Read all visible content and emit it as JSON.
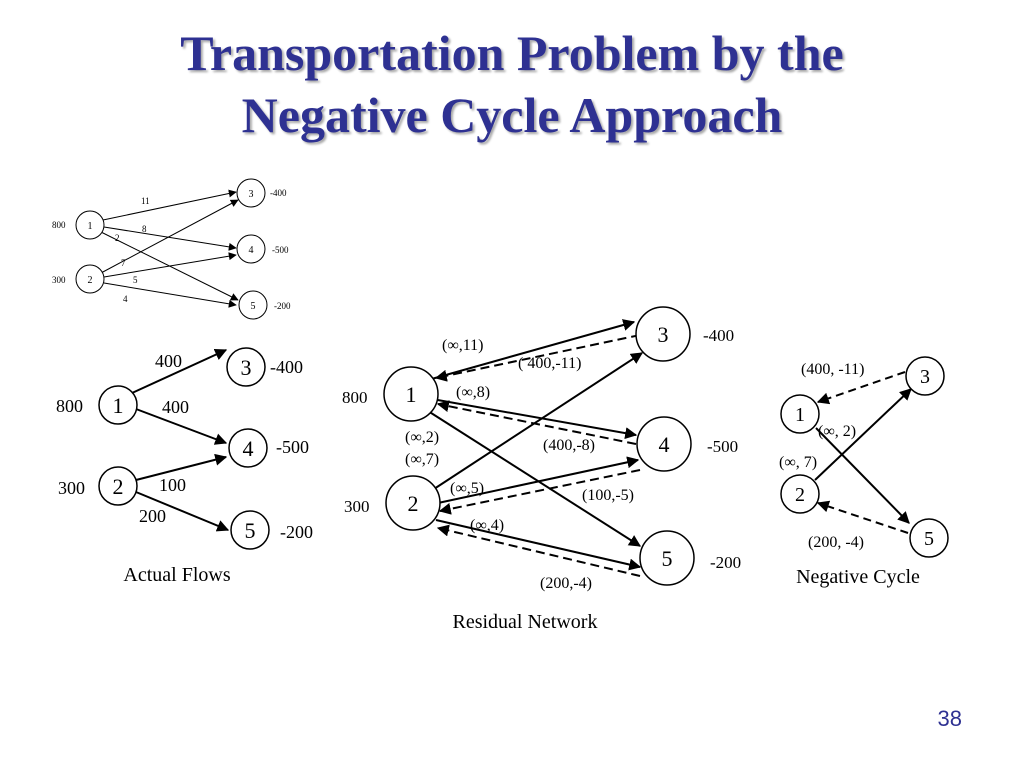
{
  "slide": {
    "title_line1": "Transportation Problem by the",
    "title_line2": "Negative Cycle Approach",
    "page_number": "38"
  },
  "colors": {
    "title": "#2e3192",
    "ink": "#000000"
  },
  "problem_graph": {
    "supplies": [
      {
        "node": "1",
        "value": "800"
      },
      {
        "node": "2",
        "value": "300"
      }
    ],
    "demands": [
      {
        "node": "3",
        "value": "-400"
      },
      {
        "node": "4",
        "value": "-500"
      },
      {
        "node": "5",
        "value": "-200"
      }
    ],
    "arc_costs": [
      {
        "from": "1",
        "to": "3",
        "cost": "11"
      },
      {
        "from": "1",
        "to": "4",
        "cost": "8"
      },
      {
        "from": "1",
        "to": "5",
        "cost": "2"
      },
      {
        "from": "2",
        "to": "3",
        "cost": "7"
      },
      {
        "from": "2",
        "to": "4",
        "cost": "5"
      },
      {
        "from": "2",
        "to": "5",
        "cost": "4"
      }
    ]
  },
  "actual_flows": {
    "caption": "Actual Flows",
    "supplies": [
      {
        "node": "1",
        "value": "800"
      },
      {
        "node": "2",
        "value": "300"
      }
    ],
    "demands": [
      {
        "node": "3",
        "value": "-400"
      },
      {
        "node": "4",
        "value": "-500"
      },
      {
        "node": "5",
        "value": "-200"
      }
    ],
    "flows": [
      {
        "from": "1",
        "to": "3",
        "flow": "400"
      },
      {
        "from": "1",
        "to": "4",
        "flow": "400"
      },
      {
        "from": "2",
        "to": "4",
        "flow": "100"
      },
      {
        "from": "2",
        "to": "5",
        "flow": "200"
      }
    ]
  },
  "residual_network": {
    "caption": "Residual Network",
    "supplies": [
      {
        "node": "1",
        "value": "800"
      },
      {
        "node": "2",
        "value": "300"
      }
    ],
    "demands": [
      {
        "node": "3",
        "value": "-400"
      },
      {
        "node": "4",
        "value": "-500"
      },
      {
        "node": "5",
        "value": "-200"
      }
    ],
    "forward_arcs": [
      {
        "from": "1",
        "to": "3",
        "label": "(∞,11)"
      },
      {
        "from": "1",
        "to": "4",
        "label": "(∞,8)"
      },
      {
        "from": "1",
        "to": "5",
        "label": "(∞,2)"
      },
      {
        "from": "2",
        "to": "3",
        "label": "(∞,7)"
      },
      {
        "from": "2",
        "to": "4",
        "label": "(∞,5)"
      },
      {
        "from": "2",
        "to": "5",
        "label": "(∞,4)"
      }
    ],
    "reverse_arcs": [
      {
        "from": "3",
        "to": "1",
        "label": "( 400,-11)"
      },
      {
        "from": "4",
        "to": "1",
        "label": "(400,-8)"
      },
      {
        "from": "4",
        "to": "2",
        "label": "(100,-5)"
      },
      {
        "from": "5",
        "to": "2",
        "label": "(200,-4)"
      }
    ]
  },
  "negative_cycle": {
    "caption": "Negative Cycle",
    "arcs": [
      {
        "from": "3",
        "to": "1",
        "label": "(400, -11)"
      },
      {
        "from": "1",
        "to": "5",
        "label": "(∞, 2)"
      },
      {
        "from": "2",
        "to": "3",
        "label": "(∞, 7)"
      },
      {
        "from": "5",
        "to": "2",
        "label": "(200, -4)"
      }
    ]
  }
}
